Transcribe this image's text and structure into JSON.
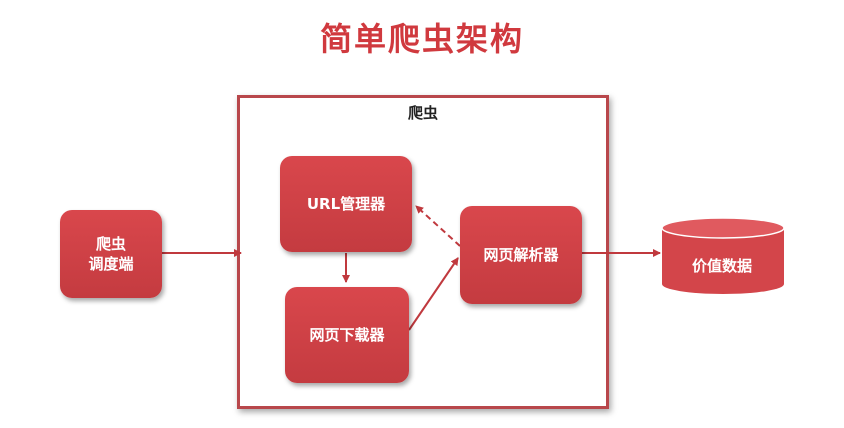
{
  "title": "简单爬虫架构",
  "colors": {
    "title": "#d0393e",
    "node_fill": "#d3454a",
    "arrow": "#c0393e",
    "frame_border": "#b8474b"
  },
  "diagram": {
    "container_label": "爬虫",
    "nodes": {
      "scheduler": {
        "line1": "爬虫",
        "line2": "调度端"
      },
      "url_manager": {
        "label": "URL管理器"
      },
      "downloader": {
        "label": "网页下载器"
      },
      "parser": {
        "label": "网页解析器"
      },
      "value_data": {
        "label": "价值数据"
      }
    }
  }
}
